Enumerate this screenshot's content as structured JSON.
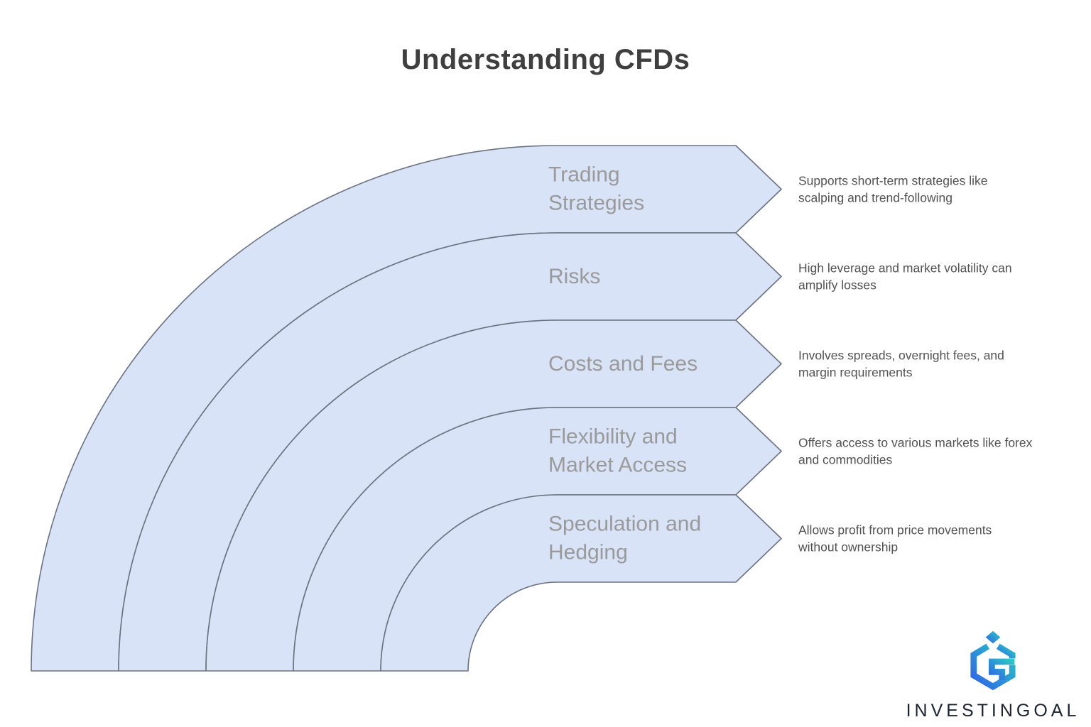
{
  "title": "Understanding CFDs",
  "colors": {
    "band_fill": "#d9e3f7",
    "band_stroke": "#6b7280",
    "label": "#9a9a9a",
    "description": "#525252",
    "title": "#3f3f3f",
    "logo_blue": "#2f63e7",
    "logo_teal": "#2bc9c4",
    "wordmark": "#1c2330"
  },
  "segments": [
    {
      "label": "Trading Strategies",
      "description": "Supports short-term strategies like scalping and trend-following"
    },
    {
      "label": "Risks",
      "description": "High leverage and market volatility can amplify losses"
    },
    {
      "label": "Costs and Fees",
      "description": "Involves spreads, overnight fees, and margin requirements"
    },
    {
      "label": "Flexibility and Market Access",
      "description": "Offers access to various markets like forex and commodities"
    },
    {
      "label": "Speculation and Hedging",
      "description": "Allows profit from price movements without ownership"
    }
  ],
  "logo": {
    "wordmark": "INVESTINGOAL",
    "icon": "investingoal-hexagon-icon"
  }
}
